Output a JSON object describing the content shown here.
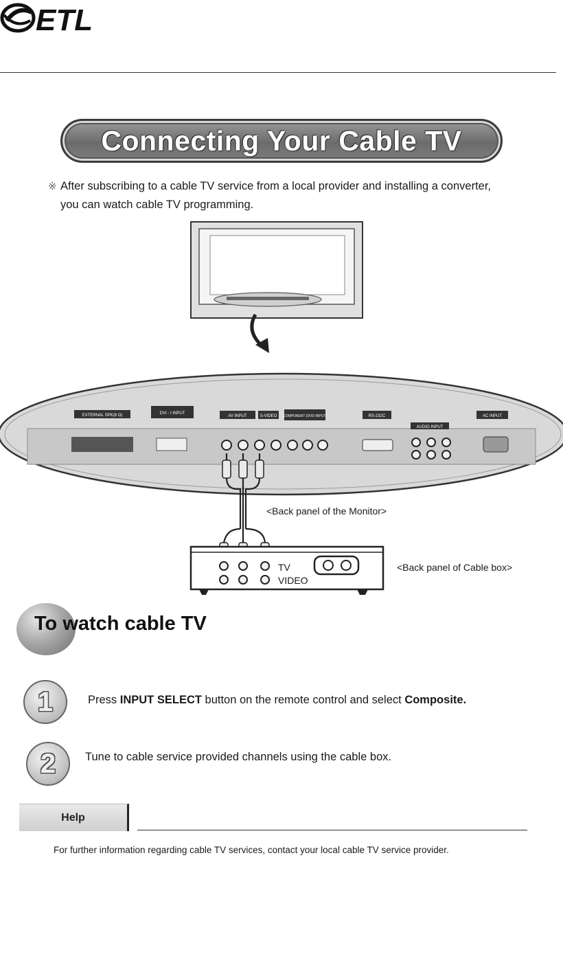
{
  "header": {
    "logo_text": "ETL"
  },
  "title": "Connecting Your Cable TV",
  "intro": {
    "mark": "※",
    "line1": "After subscribing to a cable TV service from a local provider and installing a converter,",
    "line2": "you can watch cable TV programming."
  },
  "diagram": {
    "panel_labels": {
      "external_spk": "EXTERNAL SPK(8 Ω)",
      "dvi_input": "DVI - I INPUT",
      "av_input": "AV INPUT",
      "s_video": "S-VIDEO",
      "component": "COMPONENT (DVD INPUT)",
      "rs232c": "RS-232C",
      "audio_input": "AUDIO INPUT",
      "ac_input": "AC INPUT"
    },
    "monitor_caption": "<Back panel of the Monitor>",
    "cablebox_caption": "<Back panel of Cable box>",
    "tv_label": "TV",
    "video_label": "VIDEO"
  },
  "section": {
    "heading": "To watch cable TV"
  },
  "steps": [
    {
      "number": "1",
      "prefix": "Press ",
      "bold1": "INPUT SELECT",
      "middle": " button on the remote control and select ",
      "bold2": "Composite."
    },
    {
      "number": "2",
      "text": "Tune to cable service provided channels using the cable box."
    }
  ],
  "help": {
    "label": "Help",
    "text": "For further information regarding cable TV services, contact your local cable TV service provider."
  },
  "colors": {
    "ink": "#1a1a1a",
    "pill": "#7a7a7a",
    "panel": "#d9d9d9"
  }
}
